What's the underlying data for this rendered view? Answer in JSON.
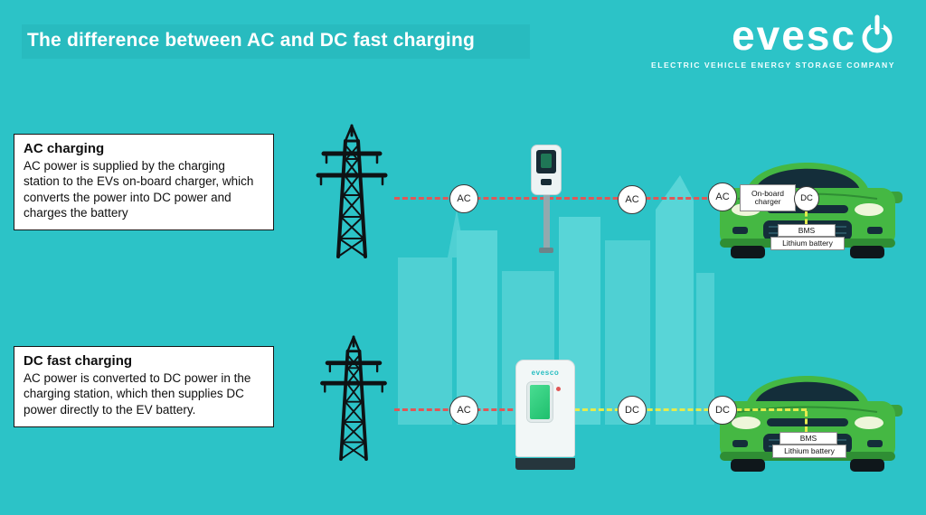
{
  "header": {
    "title": "The difference between AC and DC fast charging",
    "logo_text": "evesc",
    "logo_tagline": "ELECTRIC VEHICLE ENERGY STORAGE COMPANY"
  },
  "ac_section": {
    "heading": "AC charging",
    "body": "AC power is supplied by the charging station to the EVs on-board charger, which converts the power into DC power and charges the battery",
    "badges": [
      "AC",
      "AC",
      "AC"
    ],
    "car_labels": {
      "onboard_charger": "On-board charger",
      "dc": "DC",
      "bms": "BMS",
      "battery": "Lithium battery"
    }
  },
  "dc_section": {
    "heading": "DC fast charging",
    "body": "AC power is converted to DC power in the charging station, which then supplies DC power directly to the EV battery.",
    "badges": [
      "AC",
      "DC",
      "DC"
    ],
    "station_label": "evesco",
    "car_labels": {
      "bms": "BMS",
      "battery": "Lithium battery"
    }
  },
  "colors": {
    "background": "#2cc3c7",
    "skyline": "#4fd0d3",
    "ac_wire": "#e05757",
    "dc_wire": "#e4eb4e",
    "car_green": "#45b843"
  }
}
